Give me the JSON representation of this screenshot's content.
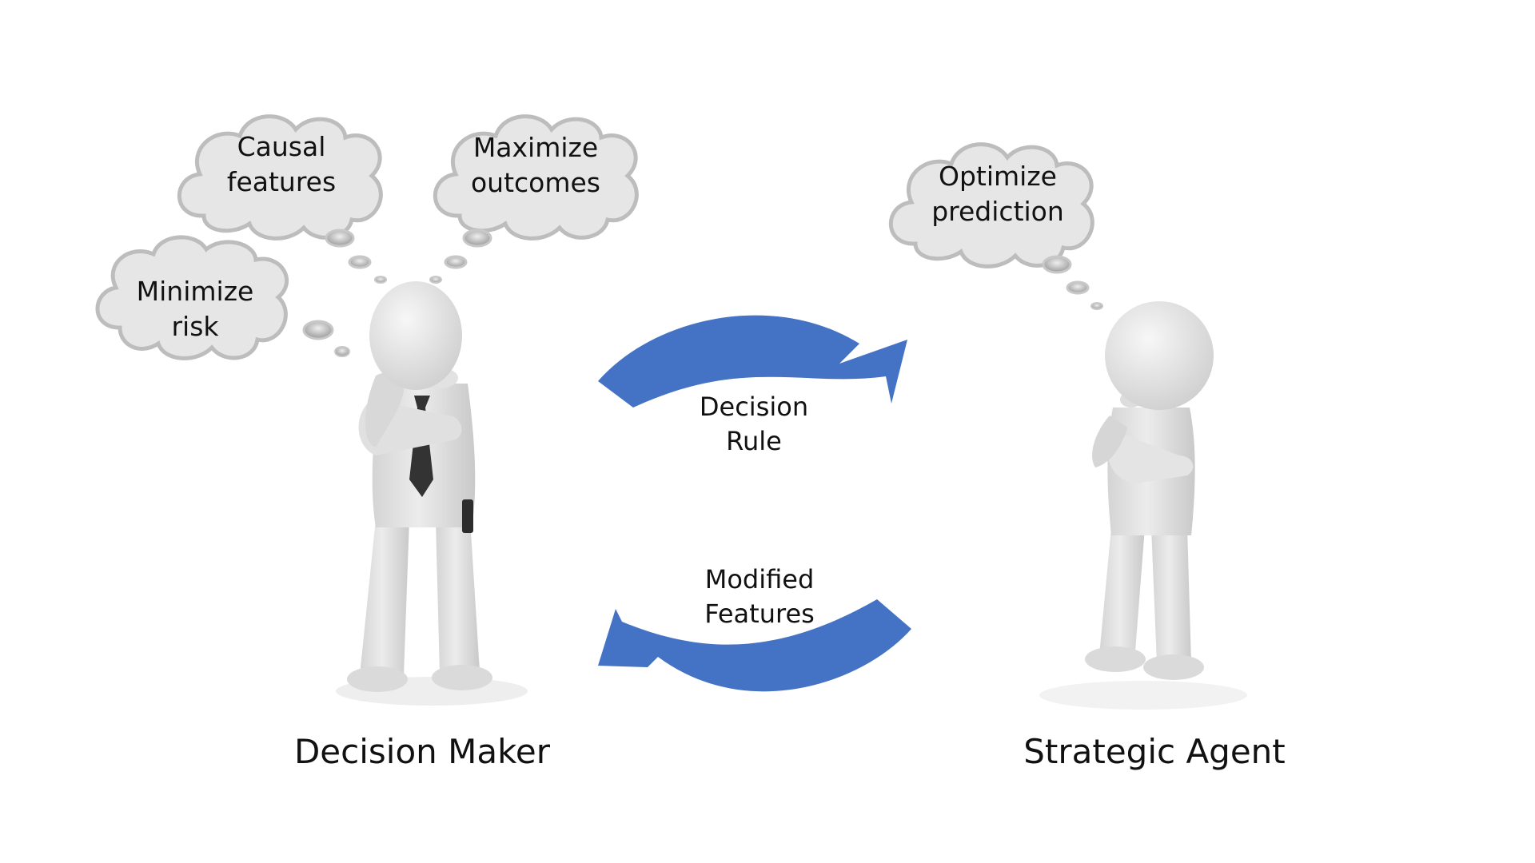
{
  "colors": {
    "arrow": "#4472c4",
    "cloud_fill": "#e6e6e6",
    "cloud_stroke": "#bdbdbd",
    "figure": "#e2e2e2",
    "tie": "#333333"
  },
  "decision_maker": {
    "label": "Decision Maker",
    "thoughts": [
      {
        "line1": "Causal",
        "line2": "features"
      },
      {
        "line1": "Maximize",
        "line2": "outcomes"
      },
      {
        "line1": "Minimize",
        "line2": "risk"
      }
    ]
  },
  "strategic_agent": {
    "label": "Strategic Agent",
    "thoughts": [
      {
        "line1": "Optimize",
        "line2": "prediction"
      }
    ]
  },
  "arrows": {
    "top": {
      "line1": "Decision",
      "line2": "Rule",
      "direction": "decision-maker-to-strategic-agent"
    },
    "bottom": {
      "line1": "Modified",
      "line2": "Features",
      "direction": "strategic-agent-to-decision-maker"
    }
  }
}
